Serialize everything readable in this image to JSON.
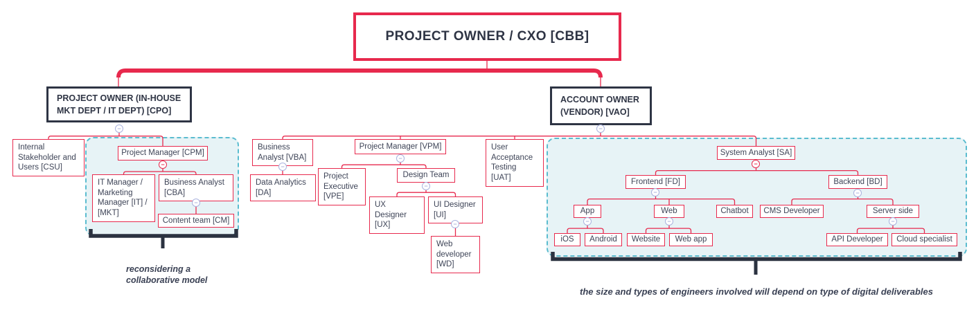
{
  "nodes": {
    "cbb": "PROJECT OWNER / CXO [CBB]",
    "cpo": "PROJECT OWNER (IN-HOUSE MKT DEPT / IT DEPT) [CPO]",
    "vao": "ACCOUNT OWNER (VENDOR) [VAO]",
    "csu": "Internal Stakeholder and Users [CSU]",
    "cpm": "Project Manager [CPM]",
    "it_mkt": "IT Manager / Marketing Manager [IT] / [MKT]",
    "cba": "Business Analyst [CBA]",
    "cm": "Content team [CM]",
    "vba": "Business Analyst [VBA]",
    "da": "Data Analytics [DA]",
    "vpm": "Project Manager [VPM]",
    "vpe": "Project Executive [VPE]",
    "design_team": "Design Team",
    "ux": "UX Designer [UX]",
    "ui": "UI Designer [UI]",
    "wd": "Web developer [WD]",
    "uat": "User Acceptance Testing [UAT]",
    "sa": "System Analyst [SA]",
    "fd": "Frontend [FD]",
    "bd": "Backend [BD]",
    "app": "App",
    "web": "Web",
    "chatbot": "Chatbot",
    "cms": "CMS Developer",
    "server_side": "Server side",
    "ios": "iOS",
    "android": "Android",
    "website": "Website",
    "web_app": "Web app",
    "api": "API Developer",
    "cloud": "Cloud specialist"
  },
  "annotations": {
    "left": "reconsidering a collaborative model",
    "right": "the size and types of engineers involved will depend on type of digital deliverables"
  },
  "glyphs": {
    "collapse_minus": "−"
  },
  "colors": {
    "accent_red": "#e7294d",
    "dark_navy": "#2e3444",
    "teal_dashed": "#5abccf",
    "teal_fill": "#e7f3f6",
    "toggle_lavender": "#a9b2de"
  }
}
